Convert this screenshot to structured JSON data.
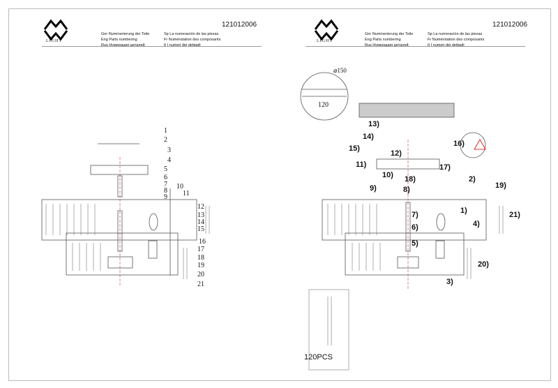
{
  "pages": [
    {
      "brand": "LIGHT",
      "code": "121012006",
      "langs_left": [
        "Ger  Nummerierung der Teile",
        "Eng  Parts numbering",
        "Rus  Нумерация деталей"
      ],
      "langs_right": [
        "Sp  La numeración de las piezas",
        "Fr  Numérotation des composants",
        "It  I numeri dei dettagli"
      ],
      "part_numbers": [
        "1",
        "2",
        "3",
        "4",
        "5",
        "6",
        "7",
        "8",
        "9",
        "10",
        "11",
        "12",
        "13",
        "14",
        "15",
        "16",
        "17",
        "18",
        "19",
        "20",
        "21"
      ]
    },
    {
      "brand": "LIGHT",
      "code": "121012006",
      "langs_left": [
        "Ger  Nummerierung der Teile",
        "Eng  Parts numbering",
        "Rus  Нумерация деталей"
      ],
      "langs_right": [
        "Sp  La numeración de las piezas",
        "Fr  Numérotation des composants",
        "It  I numeri dei dettagli"
      ],
      "diameter": "⌀150",
      "width": "120",
      "steps": [
        "13)",
        "14)",
        "15)",
        "12)",
        "11)",
        "17)",
        "10)",
        "18)",
        "9)",
        "8)",
        "2)",
        "19)",
        "1)",
        "21)",
        "7)",
        "6)",
        "4)",
        "5)",
        "20)",
        "3)",
        "16)"
      ],
      "pcs_label": "120PCS"
    }
  ]
}
